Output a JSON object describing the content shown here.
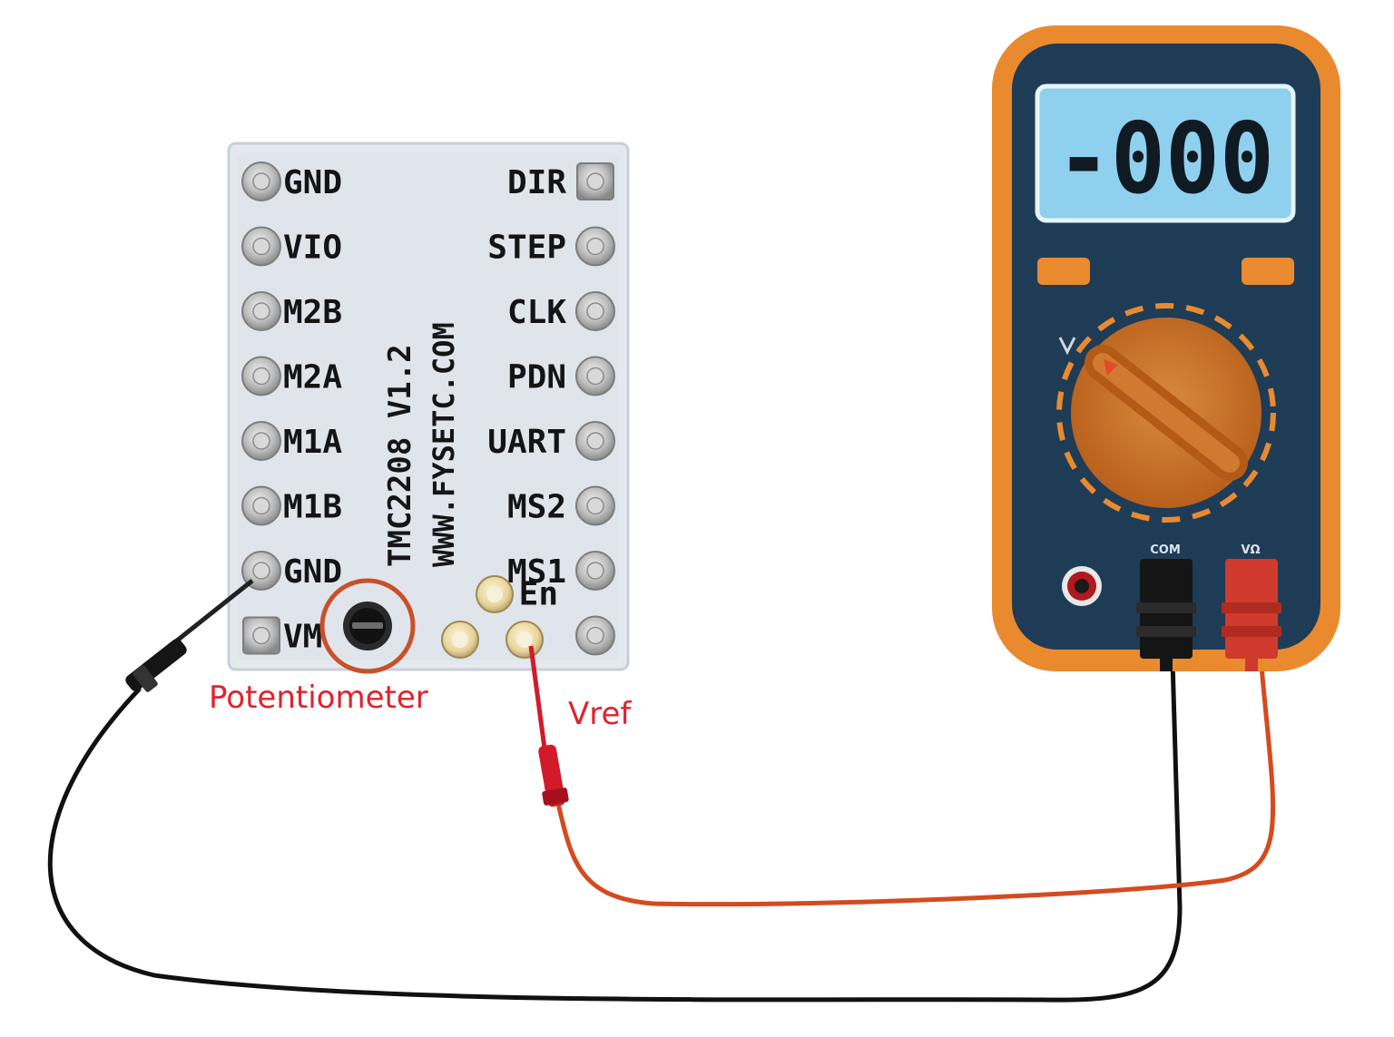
{
  "board": {
    "name": "TMC2208 V1.2",
    "url": "WWW.FYSETC.COM",
    "left_pins": [
      "GND",
      "VIO",
      "M2B",
      "M2A",
      "M1A",
      "M1B",
      "GND",
      "VM"
    ],
    "right_pins": [
      "DIR",
      "STEP",
      "CLK",
      "PDN",
      "UART",
      "MS2",
      "MS1",
      "En"
    ]
  },
  "annotations": {
    "potentiometer": "Potentiometer",
    "vref": "Vref"
  },
  "multimeter": {
    "display": "-000",
    "jack_com": "COM",
    "jack_v": "VΩ"
  },
  "colors": {
    "annotation_red": "#e0222b",
    "potentiometer_circle": "#c8512a",
    "meter_body": "#ea8a2e",
    "meter_face": "#1f3c57",
    "lcd": "#8fd0ee",
    "dial": "#c86f22",
    "black_lead": "#111111",
    "red_lead": "#d54a1f"
  }
}
